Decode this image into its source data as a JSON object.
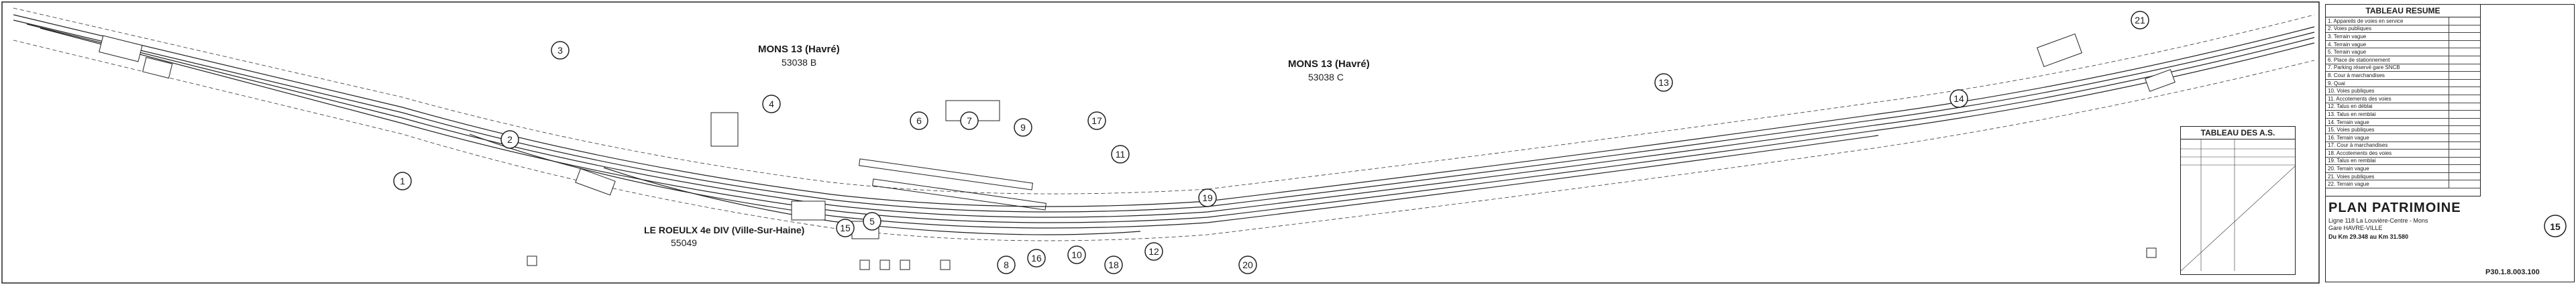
{
  "labels": {
    "mons_left": "MONS 13 (Havré)",
    "mons_left_code": "53038 B",
    "mons_right": "MONS 13 (Havré)",
    "mons_right_code": "53038 C",
    "roeulx": "LE ROEULX 4e DIV (Ville-Sur-Haine)",
    "roeulx_code": "55049"
  },
  "circle_numbers": [
    "1",
    "2",
    "3",
    "4",
    "5",
    "6",
    "7",
    "8",
    "9",
    "10",
    "11",
    "12",
    "13",
    "14",
    "15",
    "16",
    "17",
    "18",
    "19",
    "20",
    "21"
  ],
  "tableau_resume": {
    "title": "TABLEAU RESUME",
    "rows": [
      {
        "n": "1",
        "label": "Appareils de voies en service",
        "value": ""
      },
      {
        "n": "2",
        "label": "Voies publiques",
        "value": ""
      },
      {
        "n": "3",
        "label": "Terrain vague",
        "value": ""
      },
      {
        "n": "4",
        "label": "Terrain vague",
        "value": ""
      },
      {
        "n": "5",
        "label": "Terrain vague",
        "value": ""
      },
      {
        "n": "6",
        "label": "Place de stationnement",
        "value": ""
      },
      {
        "n": "7",
        "label": "Parking réservé gare SNCB",
        "value": ""
      },
      {
        "n": "8",
        "label": "Cour à marchandises",
        "value": ""
      },
      {
        "n": "9",
        "label": "Quai",
        "value": ""
      },
      {
        "n": "10",
        "label": "Voies publiques",
        "value": ""
      },
      {
        "n": "11",
        "label": "Accotements des voies",
        "value": ""
      },
      {
        "n": "12",
        "label": "Talus en déblai",
        "value": ""
      },
      {
        "n": "13",
        "label": "Talus en remblai",
        "value": ""
      },
      {
        "n": "14",
        "label": "Terrain vague",
        "value": ""
      },
      {
        "n": "15",
        "label": "Voies publiques",
        "value": ""
      },
      {
        "n": "16",
        "label": "Terrain vague",
        "value": ""
      },
      {
        "n": "17",
        "label": "Cour à marchandises",
        "value": ""
      },
      {
        "n": "18",
        "label": "Accotements des voies",
        "value": ""
      },
      {
        "n": "19",
        "label": "Talus en remblai",
        "value": ""
      },
      {
        "n": "20",
        "label": "Terrain vague",
        "value": ""
      },
      {
        "n": "21",
        "label": "Voies publiques",
        "value": ""
      },
      {
        "n": "22",
        "label": "Terrain vague",
        "value": ""
      }
    ]
  },
  "tableau_as": {
    "title": "TABLEAU DES A.S."
  },
  "cartouche": {
    "title": "PLAN PATRIMOINE",
    "line": "Ligne 118 La Louvière-Centre - Mons",
    "gare": "Gare HAVRE-VILLE",
    "km": "Du Km 29.348 au Km 31.580",
    "badge": "15",
    "ref": "P30.1.8.003.100"
  },
  "colors": {
    "ink": "#1c1c1c",
    "paper": "#ffffff"
  }
}
